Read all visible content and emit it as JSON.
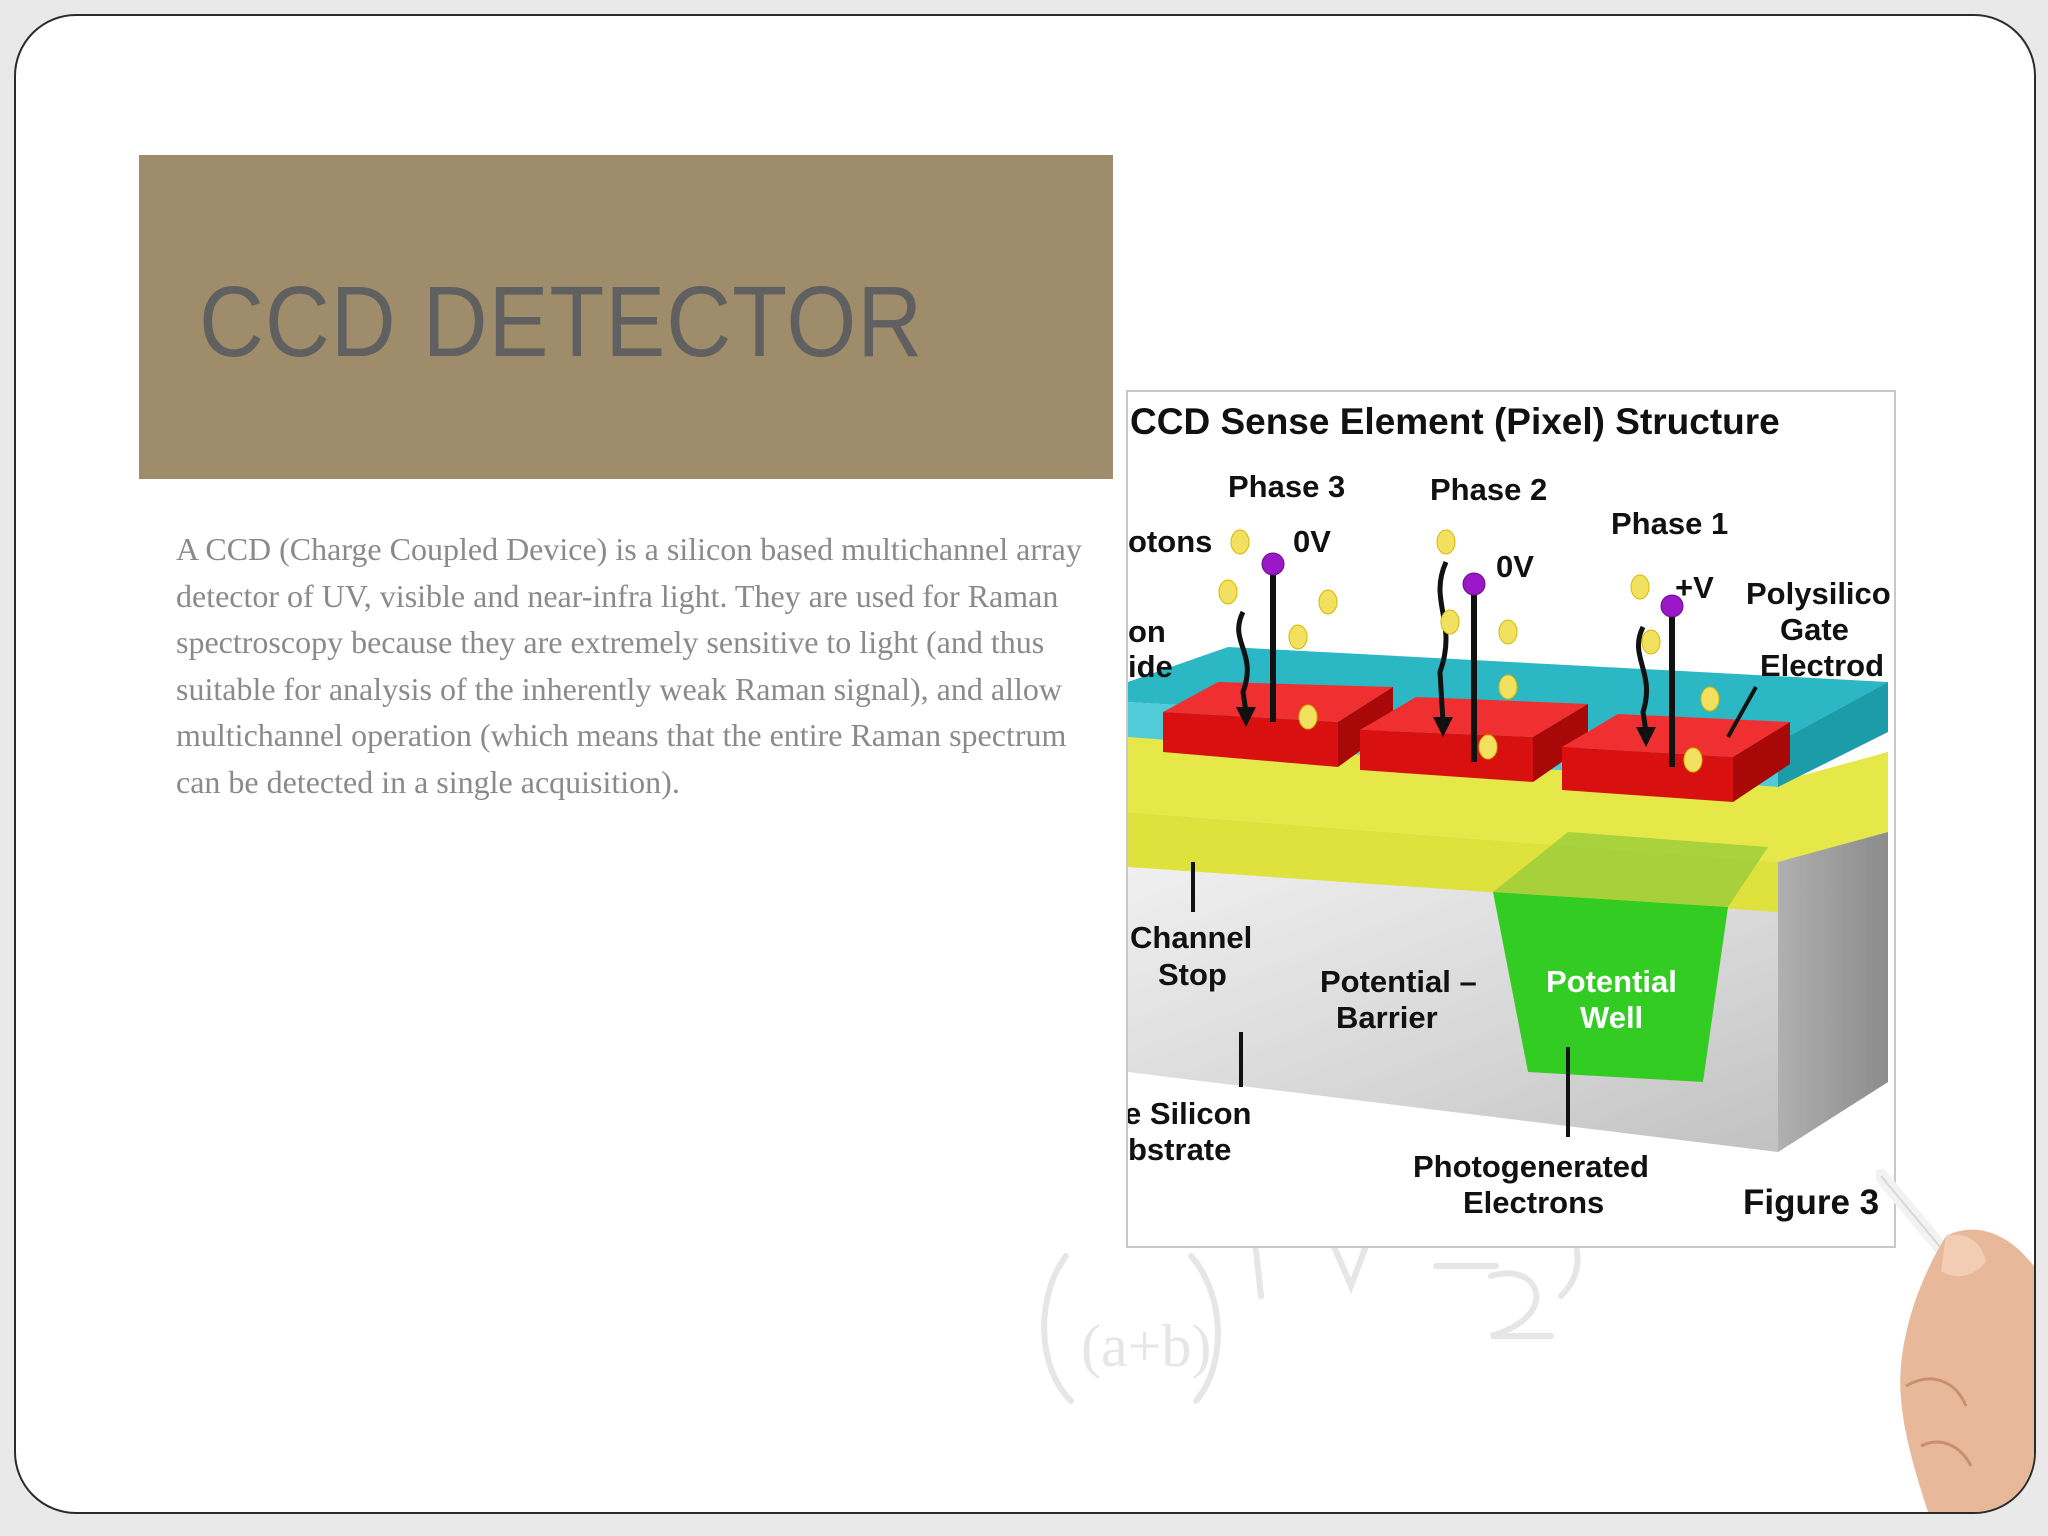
{
  "slide": {
    "title": "CCD DETECTOR",
    "body": "A CCD (Charge Coupled Device) is a silicon based multichannel array detector of UV, visible and near-infra light.  They are used for Raman spectroscopy because they are extremely sensitive to light (and thus suitable for analysis of the inherently weak Raman signal), and allow multichannel operation (which means that the entire Raman spectrum can be detected in a single acquisition)."
  },
  "figure": {
    "title": "CCD Sense Element (Pixel) Structure",
    "phase3": "Phase 3",
    "phase2": "Phase 2",
    "phase1": "Phase 1",
    "v3": "0V",
    "v2": "0V",
    "v1": "+V",
    "photons": "otons",
    "oxide_1": "on",
    "oxide_2": "ide",
    "poly_1": "Polysilico",
    "poly_2": "Gate",
    "poly_3": "Electrod",
    "channel_stop_1": "Channel",
    "channel_stop_2": "Stop",
    "barrier_1": "Potential –",
    "barrier_2": "Barrier",
    "well_1": "Potential",
    "well_2": "Well",
    "substrate_1": "e Silicon",
    "substrate_2": "bstrate",
    "electrons_1": "Photogenerated",
    "electrons_2": "Electrons",
    "figure_label": "Figure 3"
  },
  "chalk_formula": "(a+b)",
  "colors": {
    "title_bg": "#9e8c6a",
    "title_text": "#606060",
    "body_text": "#8a8a8a",
    "gate_red": "#e01818",
    "oxide_cyan": "#2bb7c4",
    "layer_yellow": "#e6e84a",
    "well_green": "#33cc22",
    "photon_yellow": "#f2e060",
    "electron_purple": "#9a18c8"
  }
}
